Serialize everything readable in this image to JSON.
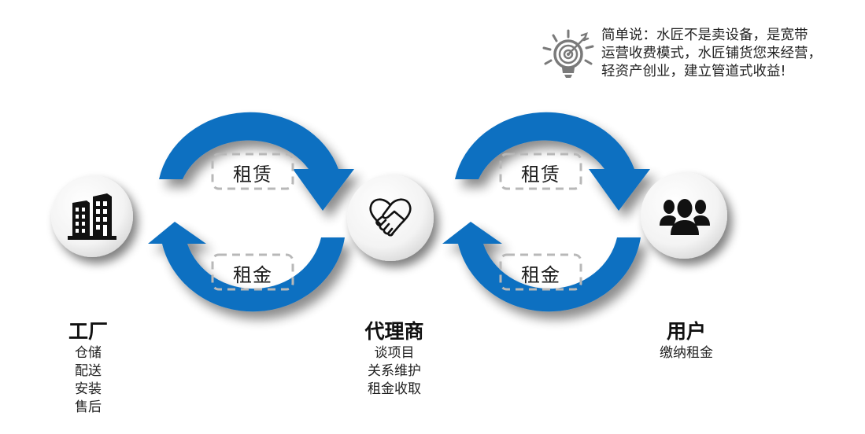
{
  "tip": {
    "icon": "lightbulb-target-icon",
    "lines": [
      "简单说：水匠不是卖设备，是宽带",
      "运营收费模式，水匠铺货您来经营，",
      "轻资产创业，建立管道式收益!"
    ]
  },
  "cycles": [
    {
      "top_label": "租赁",
      "bottom_label": "租金"
    },
    {
      "top_label": "租赁",
      "bottom_label": "租金"
    }
  ],
  "nodes": [
    {
      "icon": "buildings-icon",
      "title": "工厂",
      "desc": [
        "仓储",
        "配送",
        "安装",
        "售后"
      ]
    },
    {
      "icon": "handshake-heart-icon",
      "title": "代理商",
      "desc": [
        "谈项目",
        "关系维护",
        "租金收取"
      ]
    },
    {
      "icon": "users-group-icon",
      "title": "用户",
      "desc": [
        "缴纳租金"
      ]
    }
  ],
  "colors": {
    "arrow_blue": "#0b6fc1",
    "dash_gray": "#b8b8b8",
    "icon_gray": "#7a7a7a",
    "text": "#111111"
  }
}
